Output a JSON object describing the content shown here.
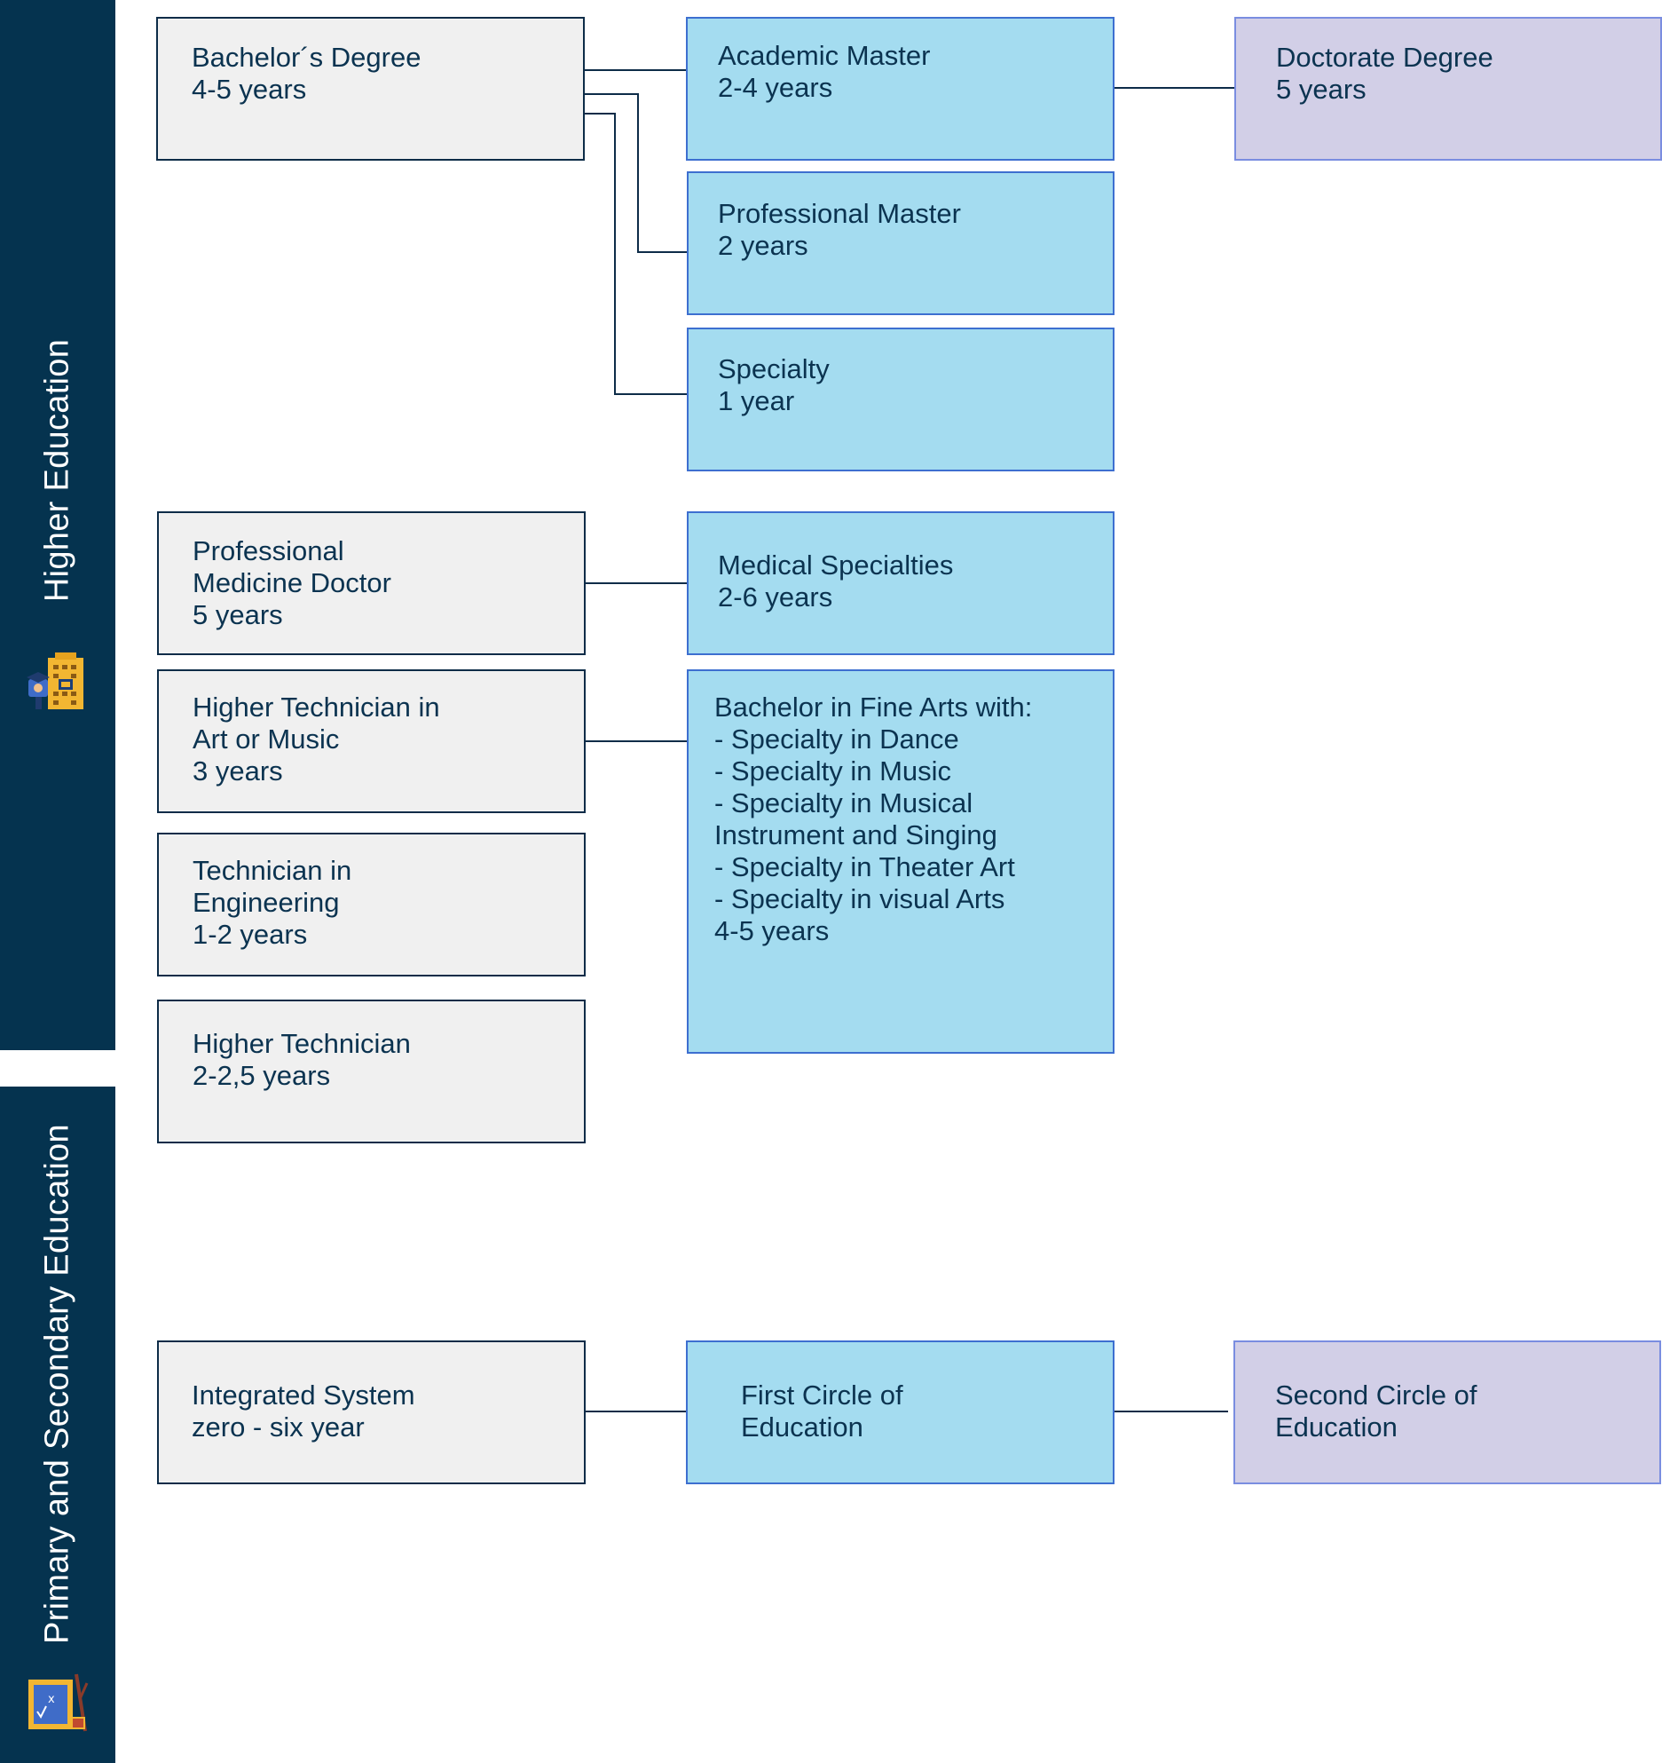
{
  "sidebar": {
    "higher_label": "Higher Education",
    "primary_label": "Primary and Secondary Education",
    "higher_icon": "university-building-icon",
    "primary_icon": "blackboard-easel-icon"
  },
  "boxes": {
    "bachelor": [
      "Bachelor´s Degree",
      "4-5 years"
    ],
    "academic_master": [
      "Academic Master",
      "2-4 years"
    ],
    "doctorate": [
      "Doctorate Degree",
      "5 years"
    ],
    "professional_master": [
      "Professional Master",
      "2 years"
    ],
    "specialty": [
      "Specialty",
      "1 year"
    ],
    "medicine_doctor": [
      "Professional",
      "Medicine Doctor",
      "5 years"
    ],
    "medical_specialties": [
      "Medical Specialties",
      "2-6 years"
    ],
    "higher_technician_art": [
      "Higher Technician in",
      "Art or Music",
      "3 years"
    ],
    "fine_arts": [
      "Bachelor in Fine Arts with:",
      "- Specialty in Dance",
      "- Specialty in Music",
      "- Specialty in Musical",
      "Instrument and Singing",
      "- Specialty in Theater Art",
      "- Specialty in visual Arts",
      "4-5 years"
    ],
    "technician_engineering": [
      "Technician in",
      "Engineering",
      "1-2 years"
    ],
    "higher_technician": [
      "Higher Technician",
      "2-2,5 years"
    ],
    "integrated_system": [
      "Integrated System",
      "zero - six year"
    ],
    "first_circle": [
      "First Circle of",
      "Education"
    ],
    "second_circle": [
      "Second Circle of",
      "Education"
    ]
  },
  "colors": {
    "sidebar": "#05334f",
    "grey_box": "#f0f0f0",
    "blue_box": "#a4dcf0",
    "lavender_box": "#d2cfe7",
    "text": "#0b3350",
    "connector": "#0d2c48"
  }
}
